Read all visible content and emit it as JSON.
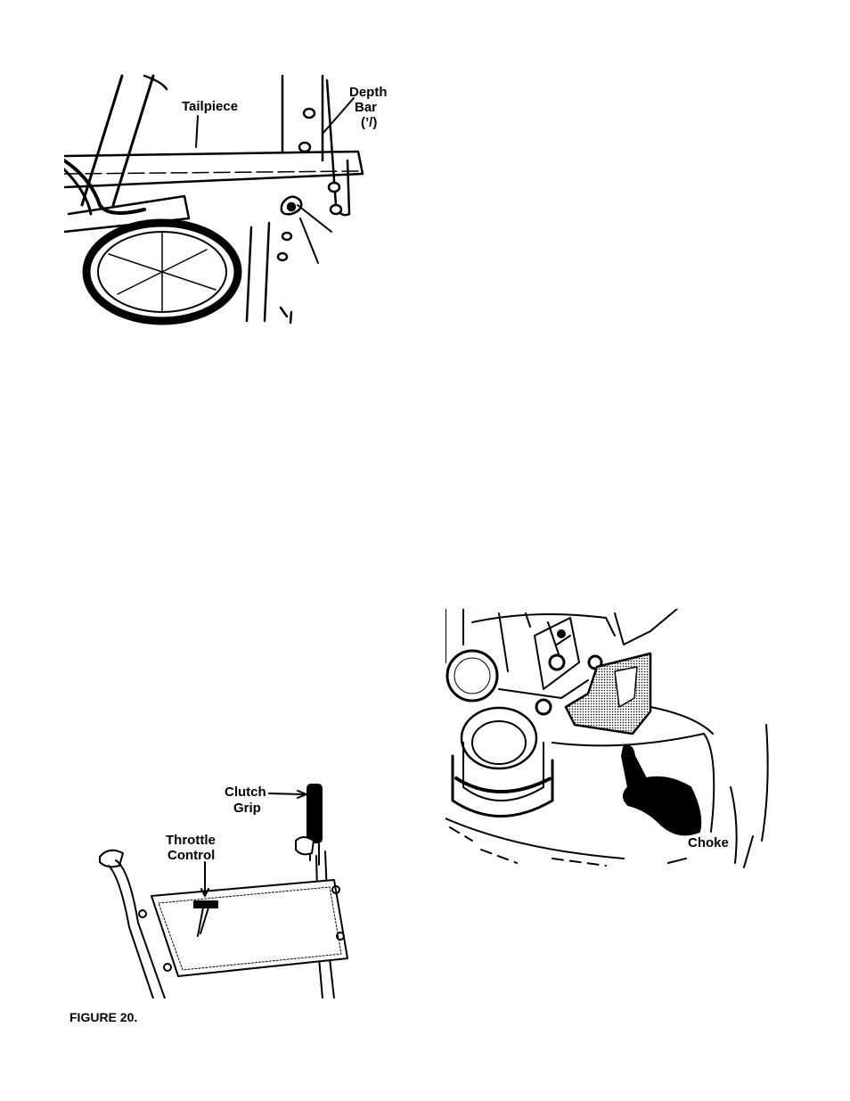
{
  "figure_top": {
    "tailpiece_label": "Tailpiece",
    "depth_bar_line1": "Depth",
    "depth_bar_line2": "Bar",
    "depth_bar_line3": "(’/)"
  },
  "figure_handle": {
    "clutch_line1": "Clutch",
    "clutch_line2": "Grip",
    "throttle_line1": "Throttle",
    "throttle_line2": "Control",
    "caption": "FIGURE 20."
  },
  "figure_engine": {
    "choke_label": "Choke"
  }
}
